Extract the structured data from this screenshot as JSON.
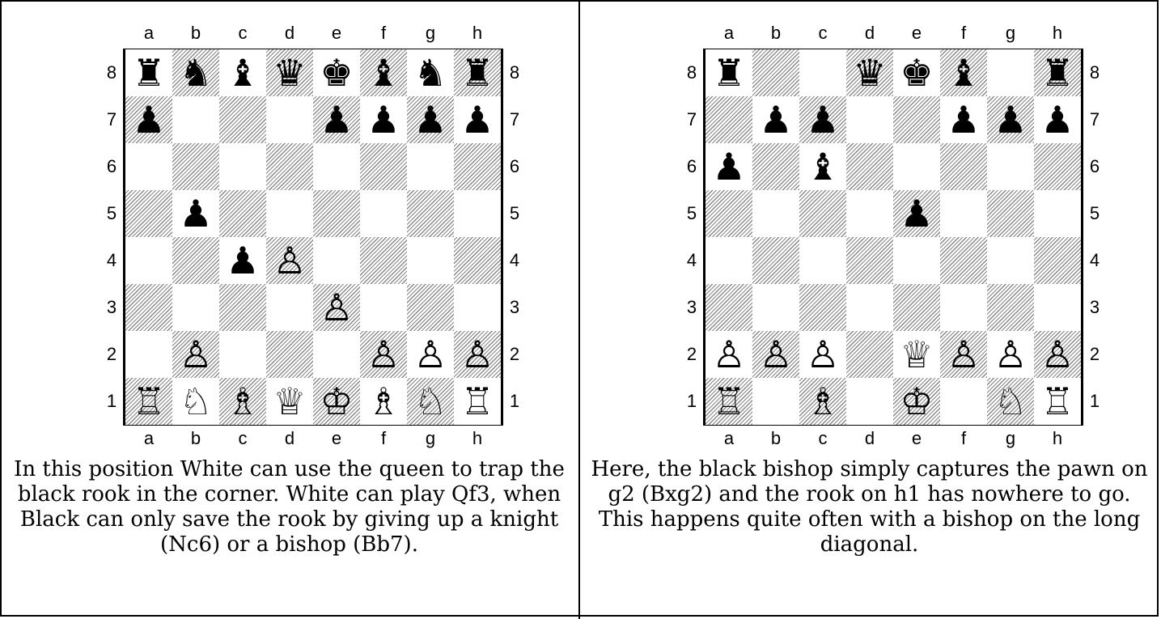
{
  "files": [
    "a",
    "b",
    "c",
    "d",
    "e",
    "f",
    "g",
    "h"
  ],
  "ranks": [
    "8",
    "7",
    "6",
    "5",
    "4",
    "3",
    "2",
    "1"
  ],
  "diagrams": [
    {
      "position": [
        [
          "bR",
          "bN",
          "bB",
          "bQ",
          "bK",
          "bB",
          "bN",
          "bR"
        ],
        [
          "bP",
          "",
          "",
          "",
          "bP",
          "bP",
          "bP",
          "bP"
        ],
        [
          "",
          "",
          "",
          "",
          "",
          "",
          "",
          ""
        ],
        [
          "",
          "bP",
          "",
          "",
          "",
          "",
          "",
          ""
        ],
        [
          "",
          "",
          "bP",
          "wP",
          "",
          "",
          "",
          ""
        ],
        [
          "",
          "",
          "",
          "",
          "wP",
          "",
          "",
          ""
        ],
        [
          "",
          "wP",
          "",
          "",
          "",
          "wP",
          "wP",
          "wP"
        ],
        [
          "wR",
          "wN",
          "wB",
          "wQ",
          "wK",
          "wB",
          "wN",
          "wR"
        ]
      ],
      "caption": "In this position White can use the queen to trap the black rook in the corner. White can play Qf3, when Black can only save the rook by giving up a knight (Nc6) or a bishop (Bb7)."
    },
    {
      "position": [
        [
          "bR",
          "",
          "",
          "bQ",
          "bK",
          "bB",
          "",
          "bR"
        ],
        [
          "",
          "bP",
          "bP",
          "",
          "",
          "bP",
          "bP",
          "bP"
        ],
        [
          "bP",
          "",
          "bB",
          "",
          "",
          "",
          "",
          ""
        ],
        [
          "",
          "",
          "",
          "",
          "bP",
          "",
          "",
          ""
        ],
        [
          "",
          "",
          "",
          "",
          "",
          "",
          "",
          ""
        ],
        [
          "",
          "",
          "",
          "",
          "",
          "",
          "",
          ""
        ],
        [
          "wP",
          "wP",
          "wP",
          "",
          "wQ",
          "wP",
          "wP",
          "wP"
        ],
        [
          "wR",
          "",
          "wB",
          "",
          "wK",
          "",
          "wN",
          "wR"
        ]
      ],
      "caption": "Here, the black bishop simply captures the pawn on g2 (Bxg2) and the rook on h1 has nowhere to go. This happens quite often with a bishop on the long diagonal."
    }
  ],
  "glyphs": {
    "wK": "♔",
    "wQ": "♕",
    "wR": "♖",
    "wB": "♗",
    "wN": "♘",
    "wP": "♙",
    "bK": "♚",
    "bQ": "♛",
    "bR": "♜",
    "bB": "♝",
    "bN": "♞",
    "bP": "♟"
  }
}
